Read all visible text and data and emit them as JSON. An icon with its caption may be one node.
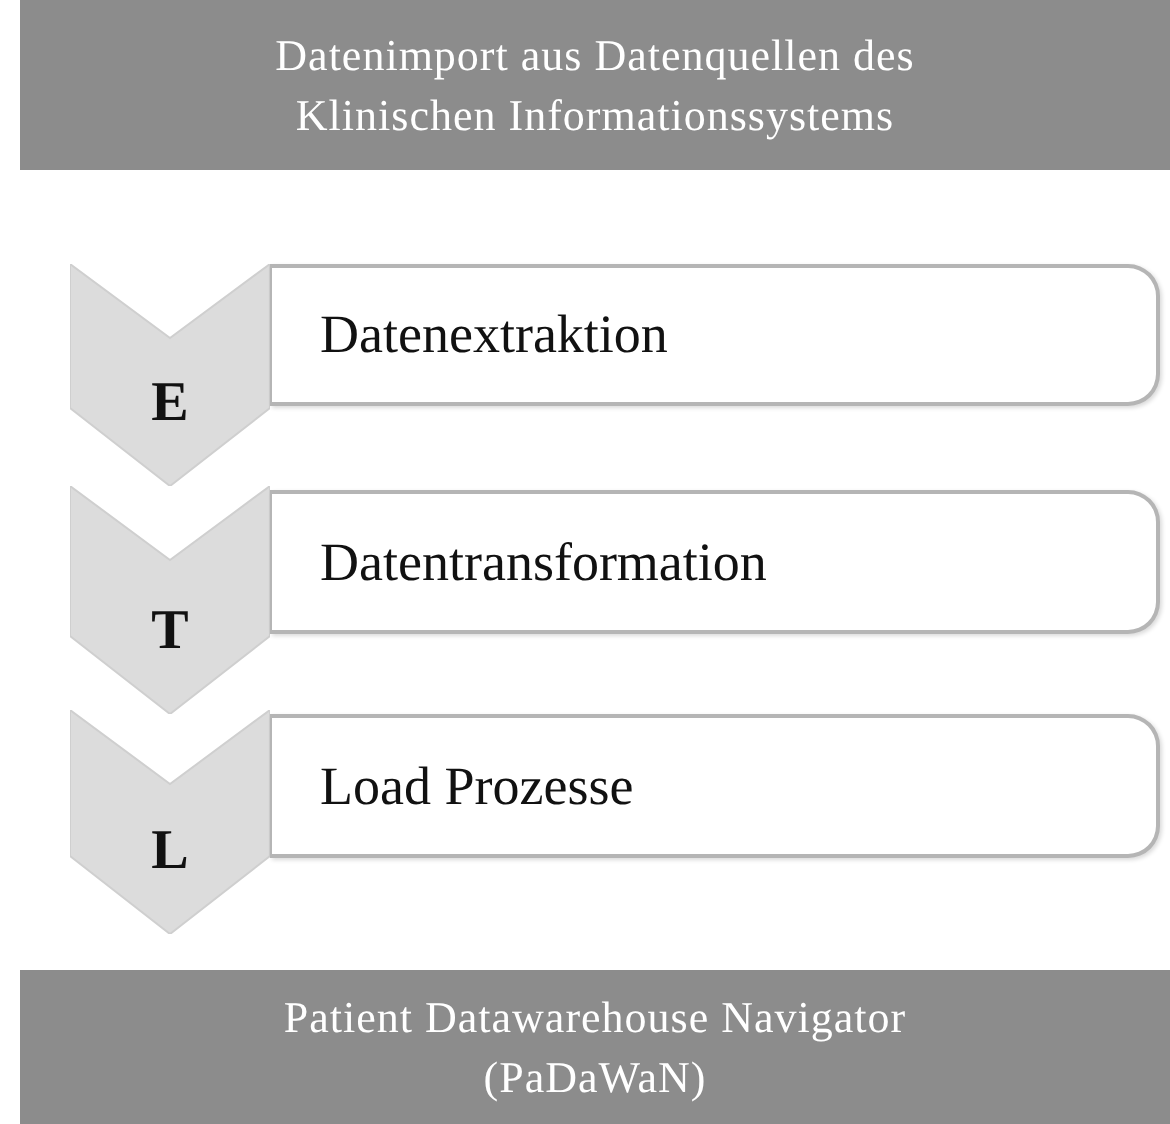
{
  "diagram": {
    "nodes": [
      {
        "text": [
          "Datenimport aus Datenquellen des Klinischen Informationssystems"
        ]
      },
      {
        "text": [
          "E"
        ]
      },
      {
        "text": [
          "Datenextraktion"
        ]
      },
      {
        "text": [
          "T"
        ]
      },
      {
        "text": [
          "Datentransformation"
        ]
      },
      {
        "text": [
          "L"
        ]
      },
      {
        "text": [
          "Load Prozesse"
        ]
      },
      {
        "text": [
          "Patient Datawarehouse Navigator (PaDaWaN)"
        ]
      }
    ]
  }
}
